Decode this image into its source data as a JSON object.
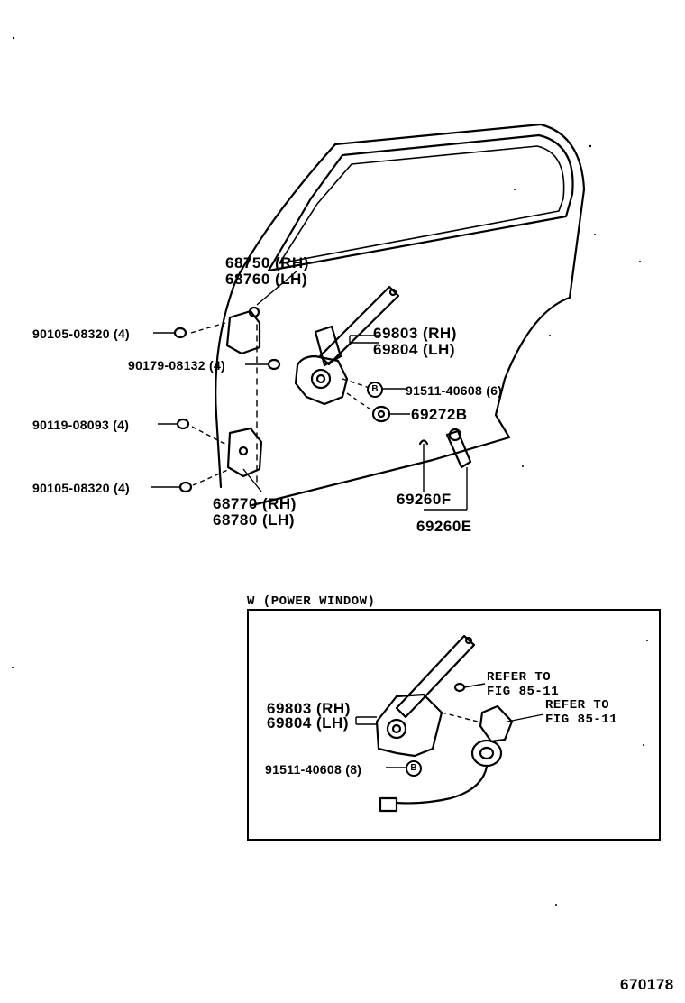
{
  "parts": {
    "carrier_top_rh": "68750 (RH)",
    "carrier_top_lh": "68760 (LH)",
    "bolt_upper": "90105-08320 (4)",
    "nut_upper": "90179-08132 (4)",
    "regulator_rh": "69803 (RH)",
    "regulator_lh": "69804 (LH)",
    "rivet": "91511-40608 (6)",
    "washer": "69272B",
    "screw_mid": "90119-08093 (4)",
    "bolt_lower": "90105-08320 (4)",
    "carrier_bottom_rh": "68770 (RH)",
    "carrier_bottom_lh": "68780 (LH)",
    "handle_f": "69260F",
    "handle_e": "69260E",
    "b_marker": "B"
  },
  "inset": {
    "title": "W (POWER WINDOW)",
    "regulator_rh": "69803 (RH)",
    "regulator_lh": "69804 (LH)",
    "rivet": "91511-40608 (8)",
    "refer1_line1": "REFER TO",
    "refer1_line2": "FIG 85-11",
    "refer2_line1": "REFER TO",
    "refer2_line2": "FIG 85-11"
  },
  "figure_number": "670178"
}
